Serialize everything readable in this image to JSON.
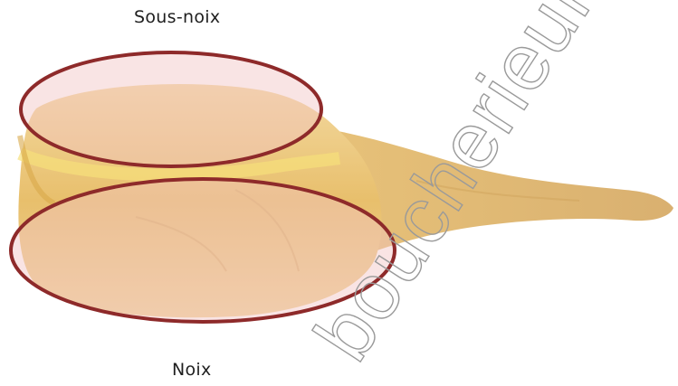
{
  "labels": {
    "top": "Sous-noix",
    "bottom": "Noix"
  },
  "watermark": "boucherieurgaudy",
  "colors": {
    "ellipse_stroke": "#8e2a2a",
    "ellipse_fill": "#f2c4c4",
    "ham_fill": "#e8c27a",
    "watermark_stroke": "#9a9a9a"
  }
}
